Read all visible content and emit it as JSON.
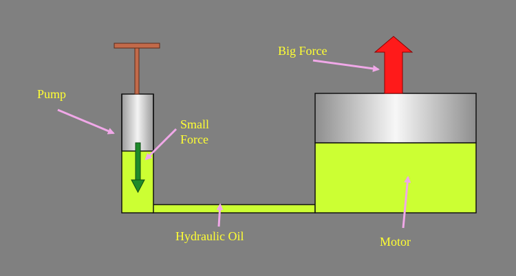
{
  "labels": {
    "pump": "Pump",
    "small_force_line1": "Small",
    "small_force_line2": "Force",
    "big_force": "Big Force",
    "hydraulic_oil": "Hydraulic Oil",
    "motor": "Motor"
  },
  "colors": {
    "background": "#808080",
    "oil": "#ccff33",
    "label_text": "#ffff33",
    "pointer_arrow": "#f0a8e8",
    "small_force_arrow": "#1f8a2a",
    "big_force_arrow": "#ff1a1a",
    "handle": "#c26a4a"
  }
}
